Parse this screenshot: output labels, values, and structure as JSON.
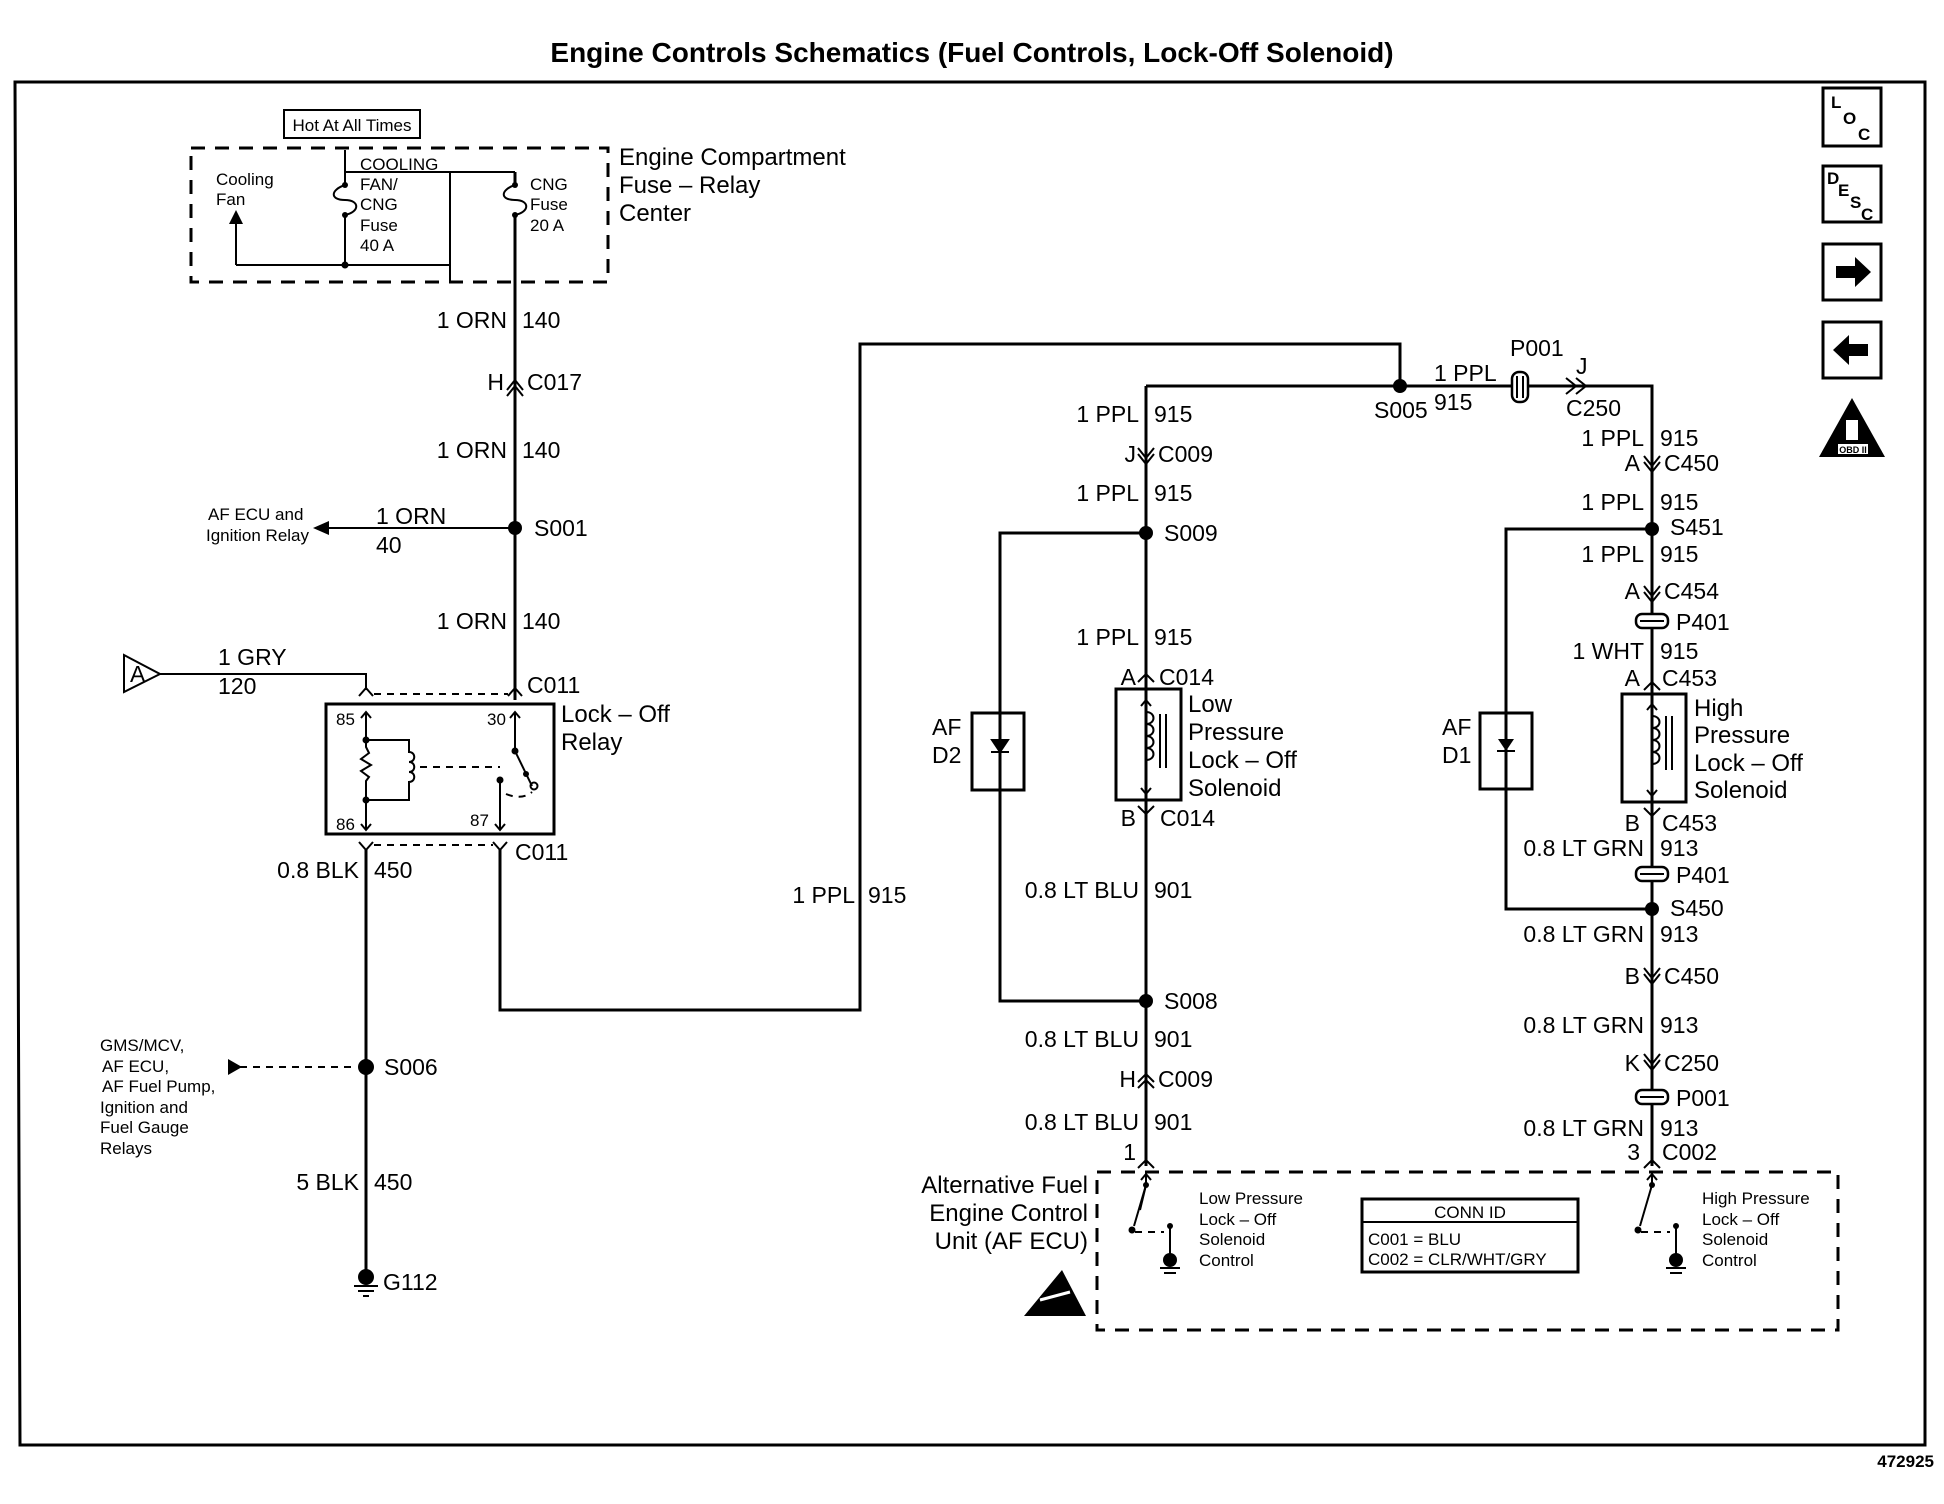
{
  "title": "Engine Controls Schematics (Fuel Controls, Lock-Off Solenoid)",
  "figure_id": "472925",
  "nav_icons": [
    {
      "name": "loc",
      "label": "LOC"
    },
    {
      "name": "desc",
      "label": "DESC"
    },
    {
      "name": "next",
      "label": "→"
    },
    {
      "name": "prev",
      "label": "←"
    },
    {
      "name": "obd2",
      "label": "OBD II"
    }
  ],
  "fuse_center": {
    "hot_label": "Hot At All Times",
    "name_lines": [
      "Engine Compartment",
      "Fuse – Relay",
      "Center"
    ],
    "cooling_fan_lines": [
      "Cooling",
      "Fan"
    ],
    "fuse1_lines": [
      "COOLING",
      "FAN/",
      "CNG",
      "Fuse",
      "40 A"
    ],
    "fuse2_lines": [
      "CNG",
      "Fuse",
      "20 A"
    ]
  },
  "left_circuit": {
    "w1": {
      "gauge_color": "1 ORN",
      "circuit": "140"
    },
    "c017": {
      "pin": "H",
      "id": "C017"
    },
    "w2": {
      "gauge_color": "1 ORN",
      "circuit": "140"
    },
    "s001": "S001",
    "branch": {
      "gauge_color": "1 ORN",
      "circuit": "40",
      "dest_lines": [
        "AF ECU and",
        "Ignition Relay"
      ]
    },
    "w3": {
      "gauge_color": "1 ORN",
      "circuit": "140"
    },
    "input_a": {
      "label": "A",
      "gauge_color": "1 GRY",
      "circuit": "120"
    },
    "c011_top": "C011",
    "relay": {
      "name_lines": [
        "Lock – Off",
        "Relay"
      ],
      "pins": [
        "85",
        "30",
        "86",
        "87"
      ]
    },
    "c011_bottom": "C011",
    "w4": {
      "gauge_color": "0.8  BLK",
      "circuit": "450"
    },
    "s006": "S006",
    "s006_dest_lines": [
      "GMS/MCV,",
      "AF ECU,",
      "AF Fuel Pump,",
      "Ignition and",
      "Fuel Gauge",
      "Relays"
    ],
    "w5": {
      "gauge_color": "5 BLK",
      "circuit": "450"
    },
    "g112": "G112",
    "w6": {
      "gauge_color": "1 PPL",
      "circuit": "915"
    }
  },
  "top_run": {
    "s005": "S005",
    "w": {
      "gauge_color": "1 PPL",
      "circuit": "915"
    },
    "p001": "P001",
    "c250": {
      "pin": "J",
      "id": "C250"
    }
  },
  "low_pressure": {
    "w1": {
      "gauge_color": "1 PPL",
      "circuit": "915"
    },
    "c009": {
      "pin": "J",
      "id": "C009"
    },
    "w2": {
      "gauge_color": "1 PPL",
      "circuit": "915"
    },
    "s009": "S009",
    "w3": {
      "gauge_color": "1 PPL",
      "circuit": "915"
    },
    "c014_a": {
      "pin": "A",
      "id": "C014"
    },
    "solenoid_lines": [
      "Low",
      "Pressure",
      "Lock – Off",
      "Solenoid"
    ],
    "c014_b": {
      "pin": "B",
      "id": "C014"
    },
    "diode_lines": [
      "AF",
      "D2"
    ],
    "w4": {
      "gauge_color": "0.8 LT BLU",
      "circuit": "901"
    },
    "s008": "S008",
    "w5": {
      "gauge_color": "0.8 LT BLU",
      "circuit": "901"
    },
    "c009_h": {
      "pin": "H",
      "id": "C009"
    },
    "w6": {
      "gauge_color": "0.8 LT BLU",
      "circuit": "901"
    },
    "c001_pin": "1"
  },
  "high_pressure": {
    "w1": {
      "gauge_color": "1 PPL",
      "circuit": "915"
    },
    "c450_a": {
      "pin": "A",
      "id": "C450"
    },
    "w2": {
      "gauge_color": "1 PPL",
      "circuit": "915"
    },
    "s451": "S451",
    "w3": {
      "gauge_color": "1 PPL",
      "circuit": "915"
    },
    "c454": {
      "pin": "A",
      "id": "C454"
    },
    "p401_top": "P401",
    "w4": {
      "gauge_color": "1 WHT",
      "circuit": "915"
    },
    "c453_a": {
      "pin": "A",
      "id": "C453"
    },
    "solenoid_lines": [
      "High",
      "Pressure",
      "Lock – Off",
      "Solenoid"
    ],
    "diode_lines": [
      "AF",
      "D1"
    ],
    "c453_b": {
      "pin": "B",
      "id": "C453"
    },
    "w5": {
      "gauge_color": "0.8 LT GRN",
      "circuit": "913"
    },
    "p401_bottom": "P401",
    "s450": "S450",
    "w6": {
      "gauge_color": "0.8 LT GRN",
      "circuit": "913"
    },
    "c450_b": {
      "pin": "B",
      "id": "C450"
    },
    "w7": {
      "gauge_color": "0.8 LT GRN",
      "circuit": "913"
    },
    "c250_k": {
      "pin": "K",
      "id": "C250"
    },
    "p001": "P001",
    "w8": {
      "gauge_color": "0.8 LT GRN",
      "circuit": "913"
    },
    "c002": {
      "pin": "3",
      "id": "C002"
    }
  },
  "ecu": {
    "name_lines": [
      "Alternative Fuel",
      "Engine Control",
      "Unit (AF ECU)"
    ],
    "low_ctrl_lines": [
      "Low Pressure",
      "Lock – Off",
      "Solenoid",
      "Control"
    ],
    "high_ctrl_lines": [
      "High Pressure",
      "Lock – Off",
      "Solenoid",
      "Control"
    ],
    "conn_id": {
      "header": "CONN ID",
      "rows": [
        "C001 = BLU",
        "C002 = CLR/WHT/GRY"
      ]
    }
  }
}
